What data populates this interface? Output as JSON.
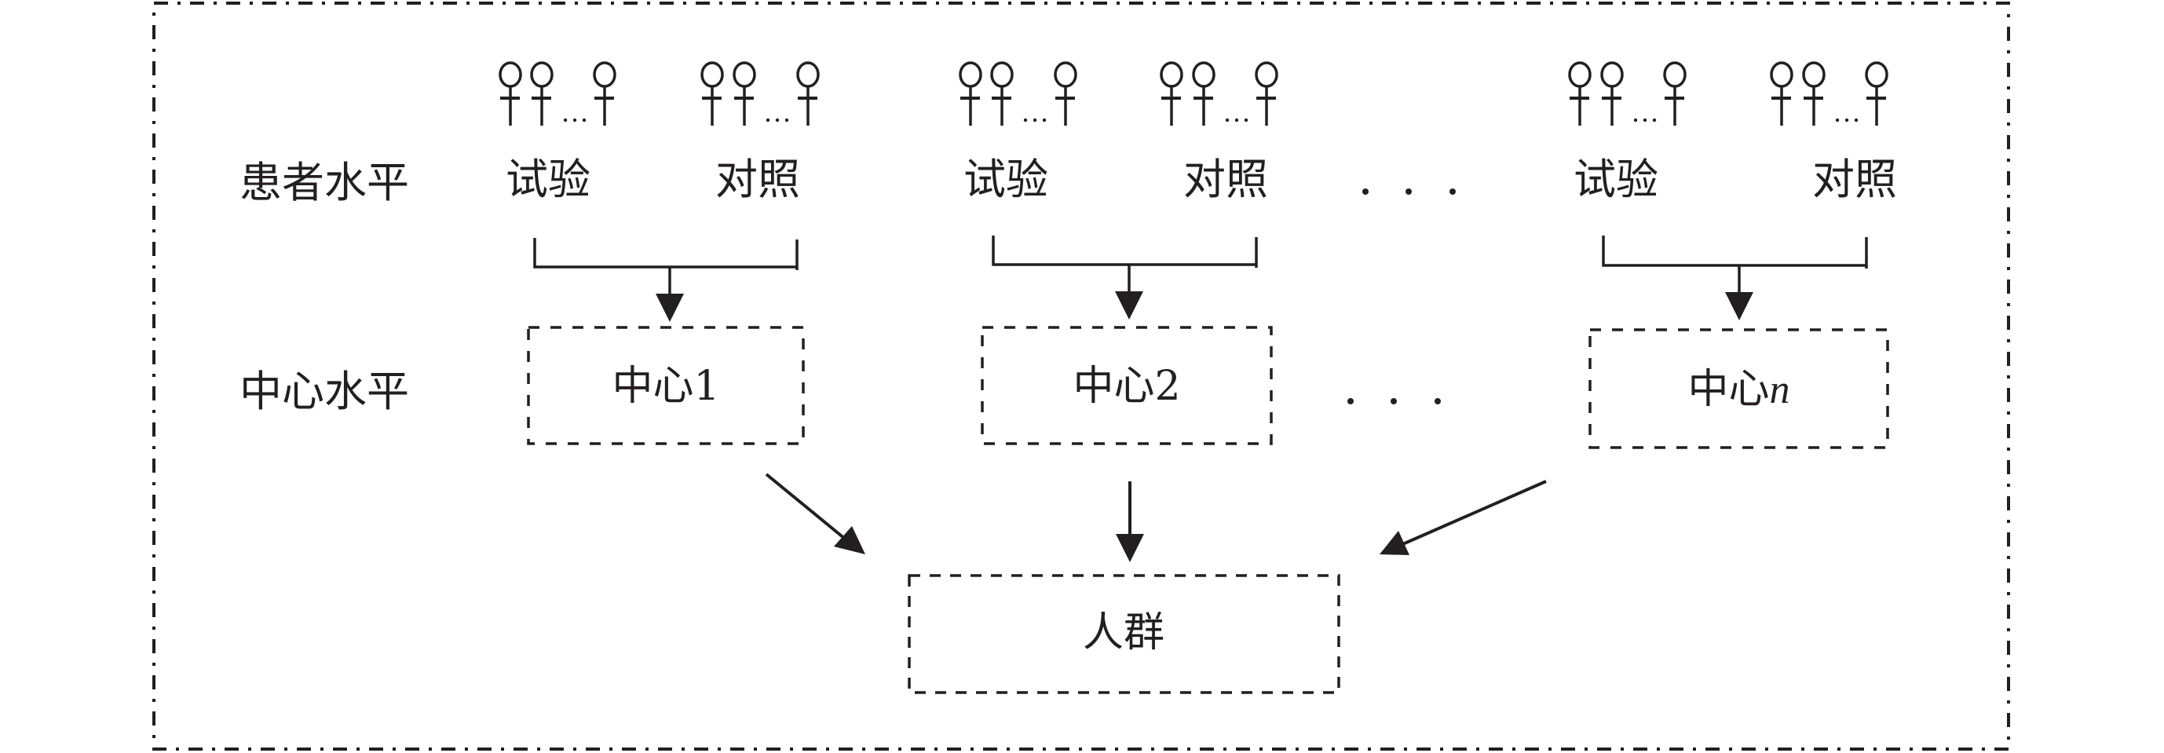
{
  "levels": {
    "patient_level": "患者水平",
    "center_level": "中心水平"
  },
  "groups": {
    "trial": "试验",
    "control": "对照"
  },
  "centers": [
    {
      "prefix": "中心",
      "suffix": "1",
      "suffix_italic": false
    },
    {
      "prefix": "中心",
      "suffix": "2",
      "suffix_italic": false
    },
    {
      "prefix": "中心",
      "suffix": "n",
      "suffix_italic": true
    }
  ],
  "ellipsis": "· · ·",
  "population": "人群",
  "icons": {
    "subject": "female-symbol-icon",
    "subjects_per_group": "2 shown + ellipsis + 1"
  },
  "colors": {
    "ink": "#231f20",
    "background": "#ffffff"
  }
}
